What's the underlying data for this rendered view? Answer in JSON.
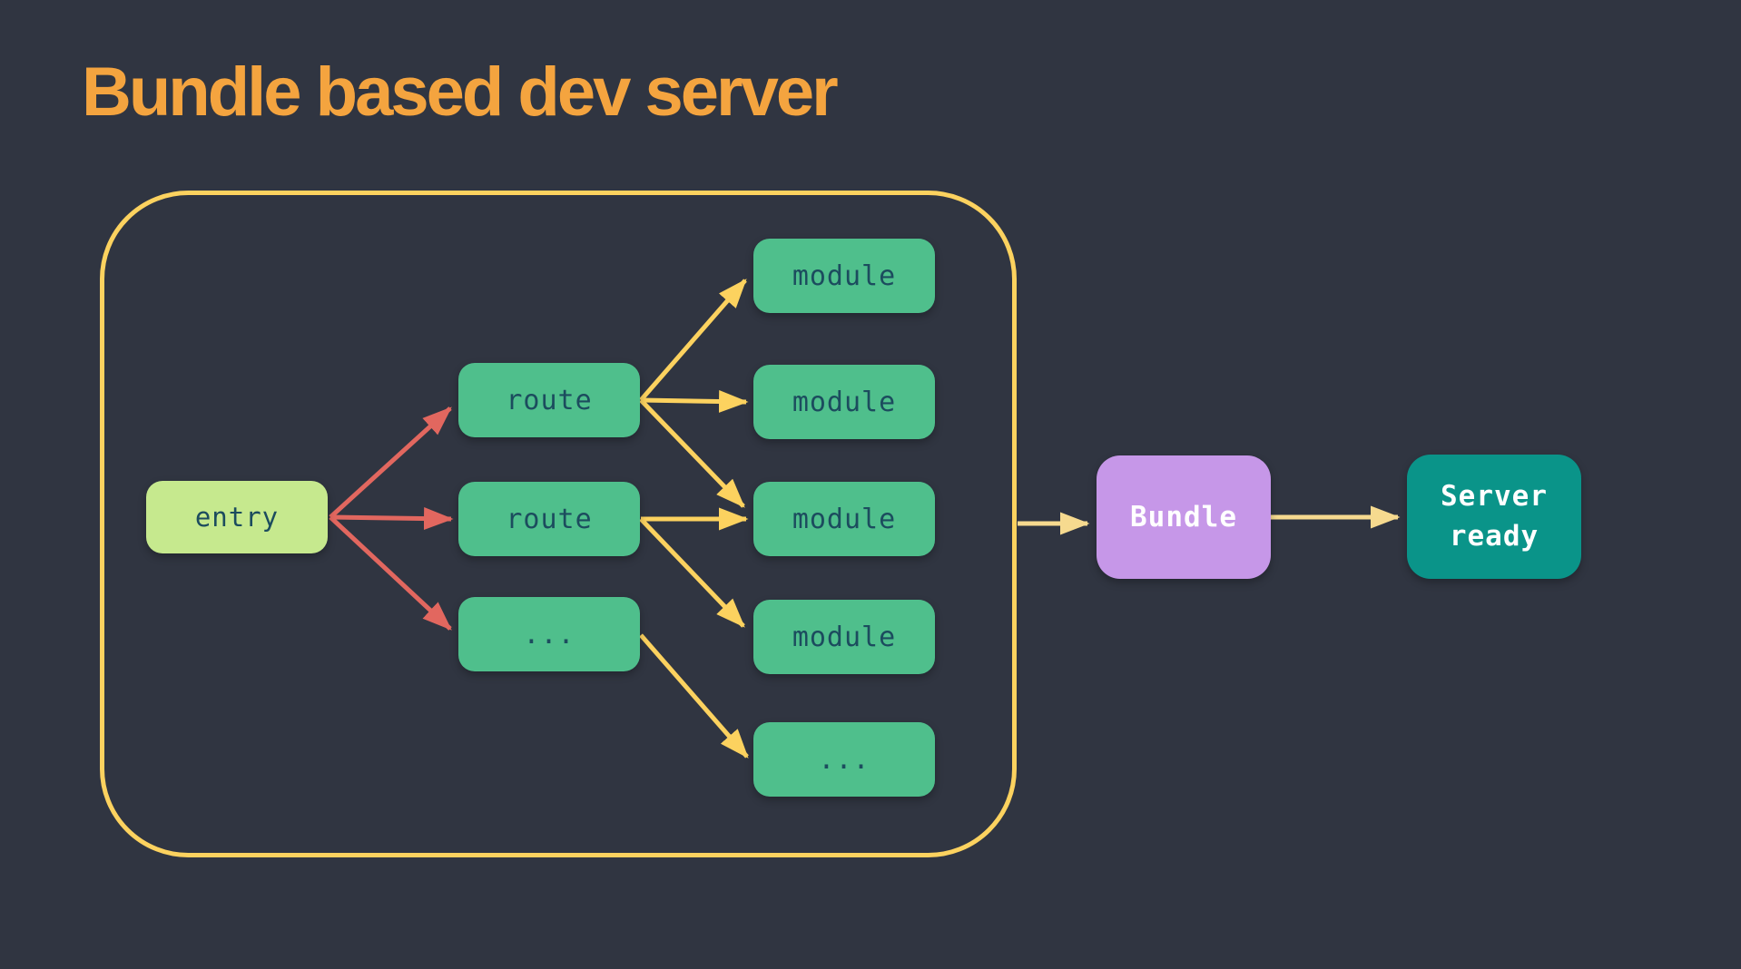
{
  "title": {
    "text": "Bundle based dev server"
  },
  "theme": {
    "background": "#303541",
    "title-color": "#f4a43f",
    "container-border": "#fcd25f",
    "arrow-yellow": "#fcd25f",
    "arrow-pale": "#f6da8f",
    "arrow-red": "#e2675f",
    "node-green": "#4fbf8c",
    "entry-green": "#c6e98e",
    "node-purple": "#c697e8",
    "node-teal": "#0a9489",
    "node-text-dark": "#1c4c5e",
    "text-light": "#ffffff"
  },
  "nodes": {
    "entry": {
      "label": "entry"
    },
    "route1": {
      "label": "route"
    },
    "route2": {
      "label": "route"
    },
    "route3": {
      "label": "..."
    },
    "module1": {
      "label": "module"
    },
    "module2": {
      "label": "module"
    },
    "module3": {
      "label": "module"
    },
    "module4": {
      "label": "module"
    },
    "module5": {
      "label": "..."
    },
    "bundle": {
      "label": "Bundle"
    },
    "server": {
      "line1": "Server",
      "line2": "ready"
    }
  },
  "edges": [
    {
      "from": "entry",
      "to": "route1",
      "color": "red"
    },
    {
      "from": "entry",
      "to": "route2",
      "color": "red"
    },
    {
      "from": "entry",
      "to": "route3",
      "color": "red"
    },
    {
      "from": "route1",
      "to": "module1",
      "color": "yellow"
    },
    {
      "from": "route1",
      "to": "module2",
      "color": "yellow"
    },
    {
      "from": "route1",
      "to": "module3",
      "color": "yellow"
    },
    {
      "from": "route2",
      "to": "module3",
      "color": "yellow"
    },
    {
      "from": "route2",
      "to": "module4",
      "color": "yellow"
    },
    {
      "from": "route3",
      "to": "module5",
      "color": "yellow"
    },
    {
      "from": "dev-server-boundary",
      "to": "bundle",
      "color": "pale-yellow"
    },
    {
      "from": "bundle",
      "to": "server",
      "color": "pale-yellow"
    }
  ]
}
